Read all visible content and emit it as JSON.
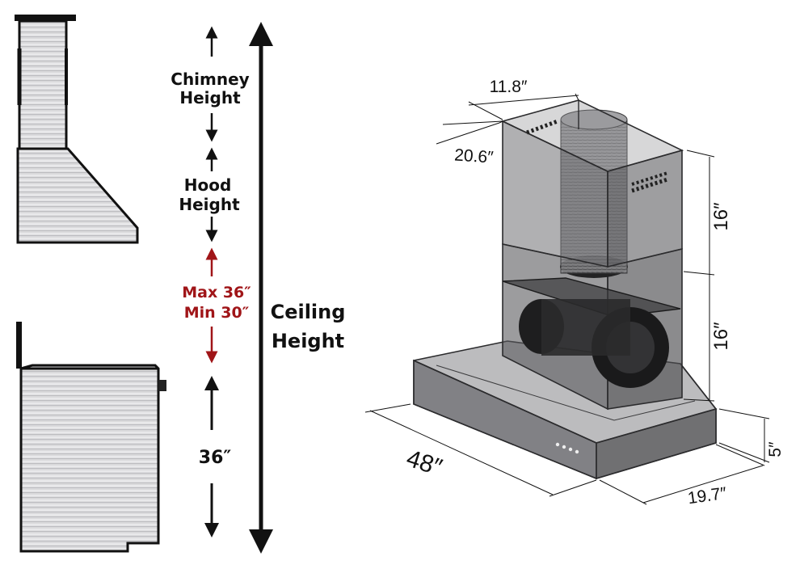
{
  "left_panel": {
    "chimney_label": [
      "Chimney",
      "Height"
    ],
    "hood_label": [
      "Hood",
      "Height"
    ],
    "clearance_label": [
      "Max 36″",
      "Min 30″"
    ],
    "counter_label": "36″",
    "ceiling_label": [
      "Ceiling",
      "Height"
    ]
  },
  "right_panel": {
    "dim_top_width": "11.8″",
    "dim_top_depth": "20.6″",
    "dim_upper_chimney": "16″",
    "dim_lower_chimney": "16″",
    "dim_hood_width": "48″",
    "dim_hood_depth": "19.7″",
    "dim_hood_height": "5″"
  },
  "colors": {
    "arrow": "#111111",
    "clearance": "#a01518",
    "steel_light": "#e6e6e8",
    "steel_dark": "#b9b9bd",
    "glass": "#6f6f72"
  }
}
